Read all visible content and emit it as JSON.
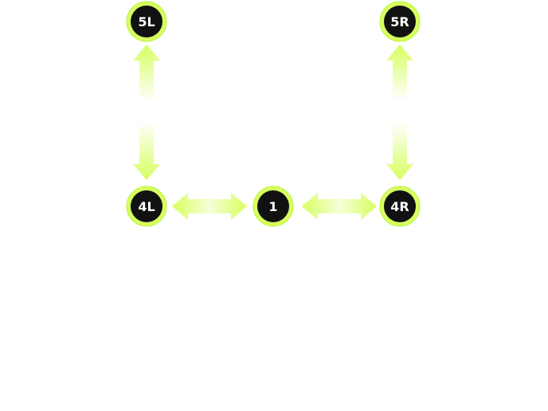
{
  "nodes": {
    "n5L": {
      "label": "5L"
    },
    "n5R": {
      "label": "5R"
    },
    "n4L": {
      "label": "4L"
    },
    "n1": {
      "label": "1"
    },
    "n4R": {
      "label": "4R"
    }
  },
  "colors": {
    "node_fill": "#111111",
    "node_ring": "#d7ff5f",
    "node_ring_inner": "#b8f23a",
    "arrow": "#d7ff5f",
    "arrow_fade": "#f6ffe0",
    "label": "#ffffff",
    "background": "#ffffff"
  }
}
